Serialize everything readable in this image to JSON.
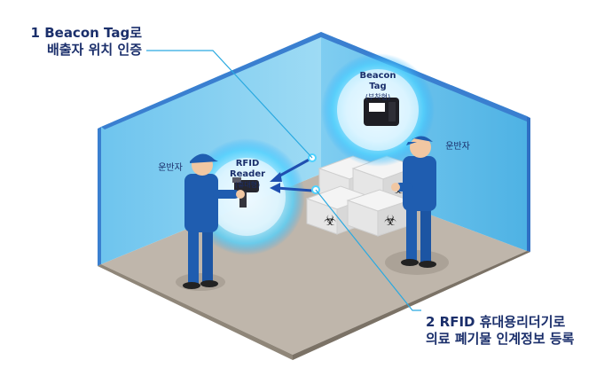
{
  "callouts": {
    "beacon": {
      "line1": "1 Beacon Tag로",
      "line2": "배출자 위치 인증"
    },
    "rfid": {
      "line1": "2 RFID 휴대용리더기로",
      "line2": "의료 폐기물 인계정보 등록"
    }
  },
  "bubbles": {
    "beacon_tag": {
      "title": "Beacon Tag",
      "subtitle": "(부착형)"
    },
    "rfid_reader": {
      "title": "RFID Reader",
      "subtitle": "(휴대형)"
    }
  },
  "workers": {
    "left_label": "운반자",
    "right_label": "운반자"
  },
  "colors": {
    "wall_light": "#8ed3f0",
    "wall_dark": "#56b7e6",
    "floor": "#bfb6ab",
    "edge": "#3a7fd0",
    "uniform": "#1f5db0",
    "callout_text": "#1b2f6b",
    "glow": "#4fd2ff"
  },
  "icons": {
    "box": "biohazard-box-icon",
    "beacon": "beacon-tag-device-icon",
    "reader": "rfid-reader-device-icon"
  }
}
